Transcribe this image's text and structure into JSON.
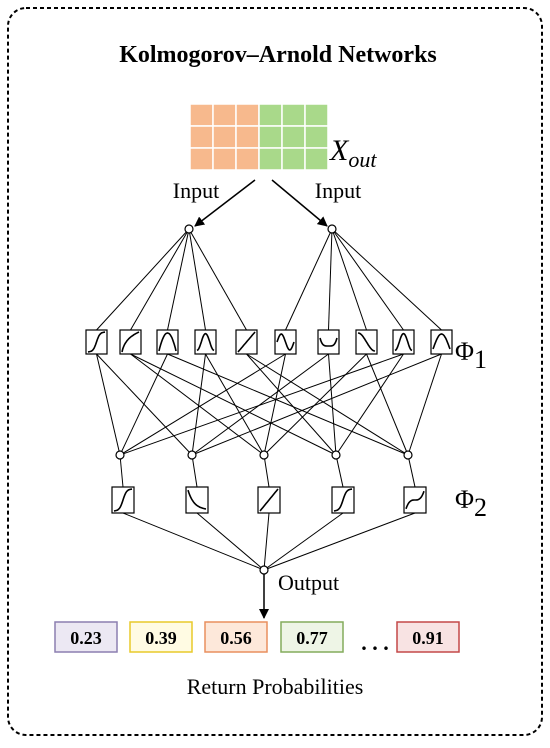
{
  "title": "Kolmogorov–Arnold Networks",
  "x_label": {
    "symbol": "X",
    "subscript": "out"
  },
  "input_labels": [
    "Input",
    "Input"
  ],
  "layer_labels": [
    {
      "symbol": "Φ",
      "subscript": "1"
    },
    {
      "symbol": "Φ",
      "subscript": "2"
    }
  ],
  "output_label": "Output",
  "ellipsis": ". . .",
  "probabilities": [
    {
      "value": "0.23",
      "fill": "#ECE8F3",
      "border": "#8C7FB0"
    },
    {
      "value": "0.39",
      "fill": "#FFFBE3",
      "border": "#E8CA2A"
    },
    {
      "value": "0.56",
      "fill": "#FDE8DA",
      "border": "#E98F5E"
    },
    {
      "value": "0.77",
      "fill": "#EEF5E6",
      "border": "#83AC5C"
    },
    {
      "value": "0.91",
      "fill": "#F8E3E3",
      "border": "#C44848"
    }
  ],
  "footer": "Return Probabilities",
  "colors": {
    "grid_left": "#F7B98D",
    "grid_right": "#A9D98A",
    "line": "#000000"
  },
  "activations_layer1": [
    "sigmoid",
    "log",
    "u-curve",
    "wave",
    "linear",
    "bump",
    "dip",
    "s-curve",
    "wave",
    "cap"
  ],
  "activations_layer2": [
    "sigmoid",
    "decay",
    "linear",
    "sigmoid",
    "cubic"
  ]
}
